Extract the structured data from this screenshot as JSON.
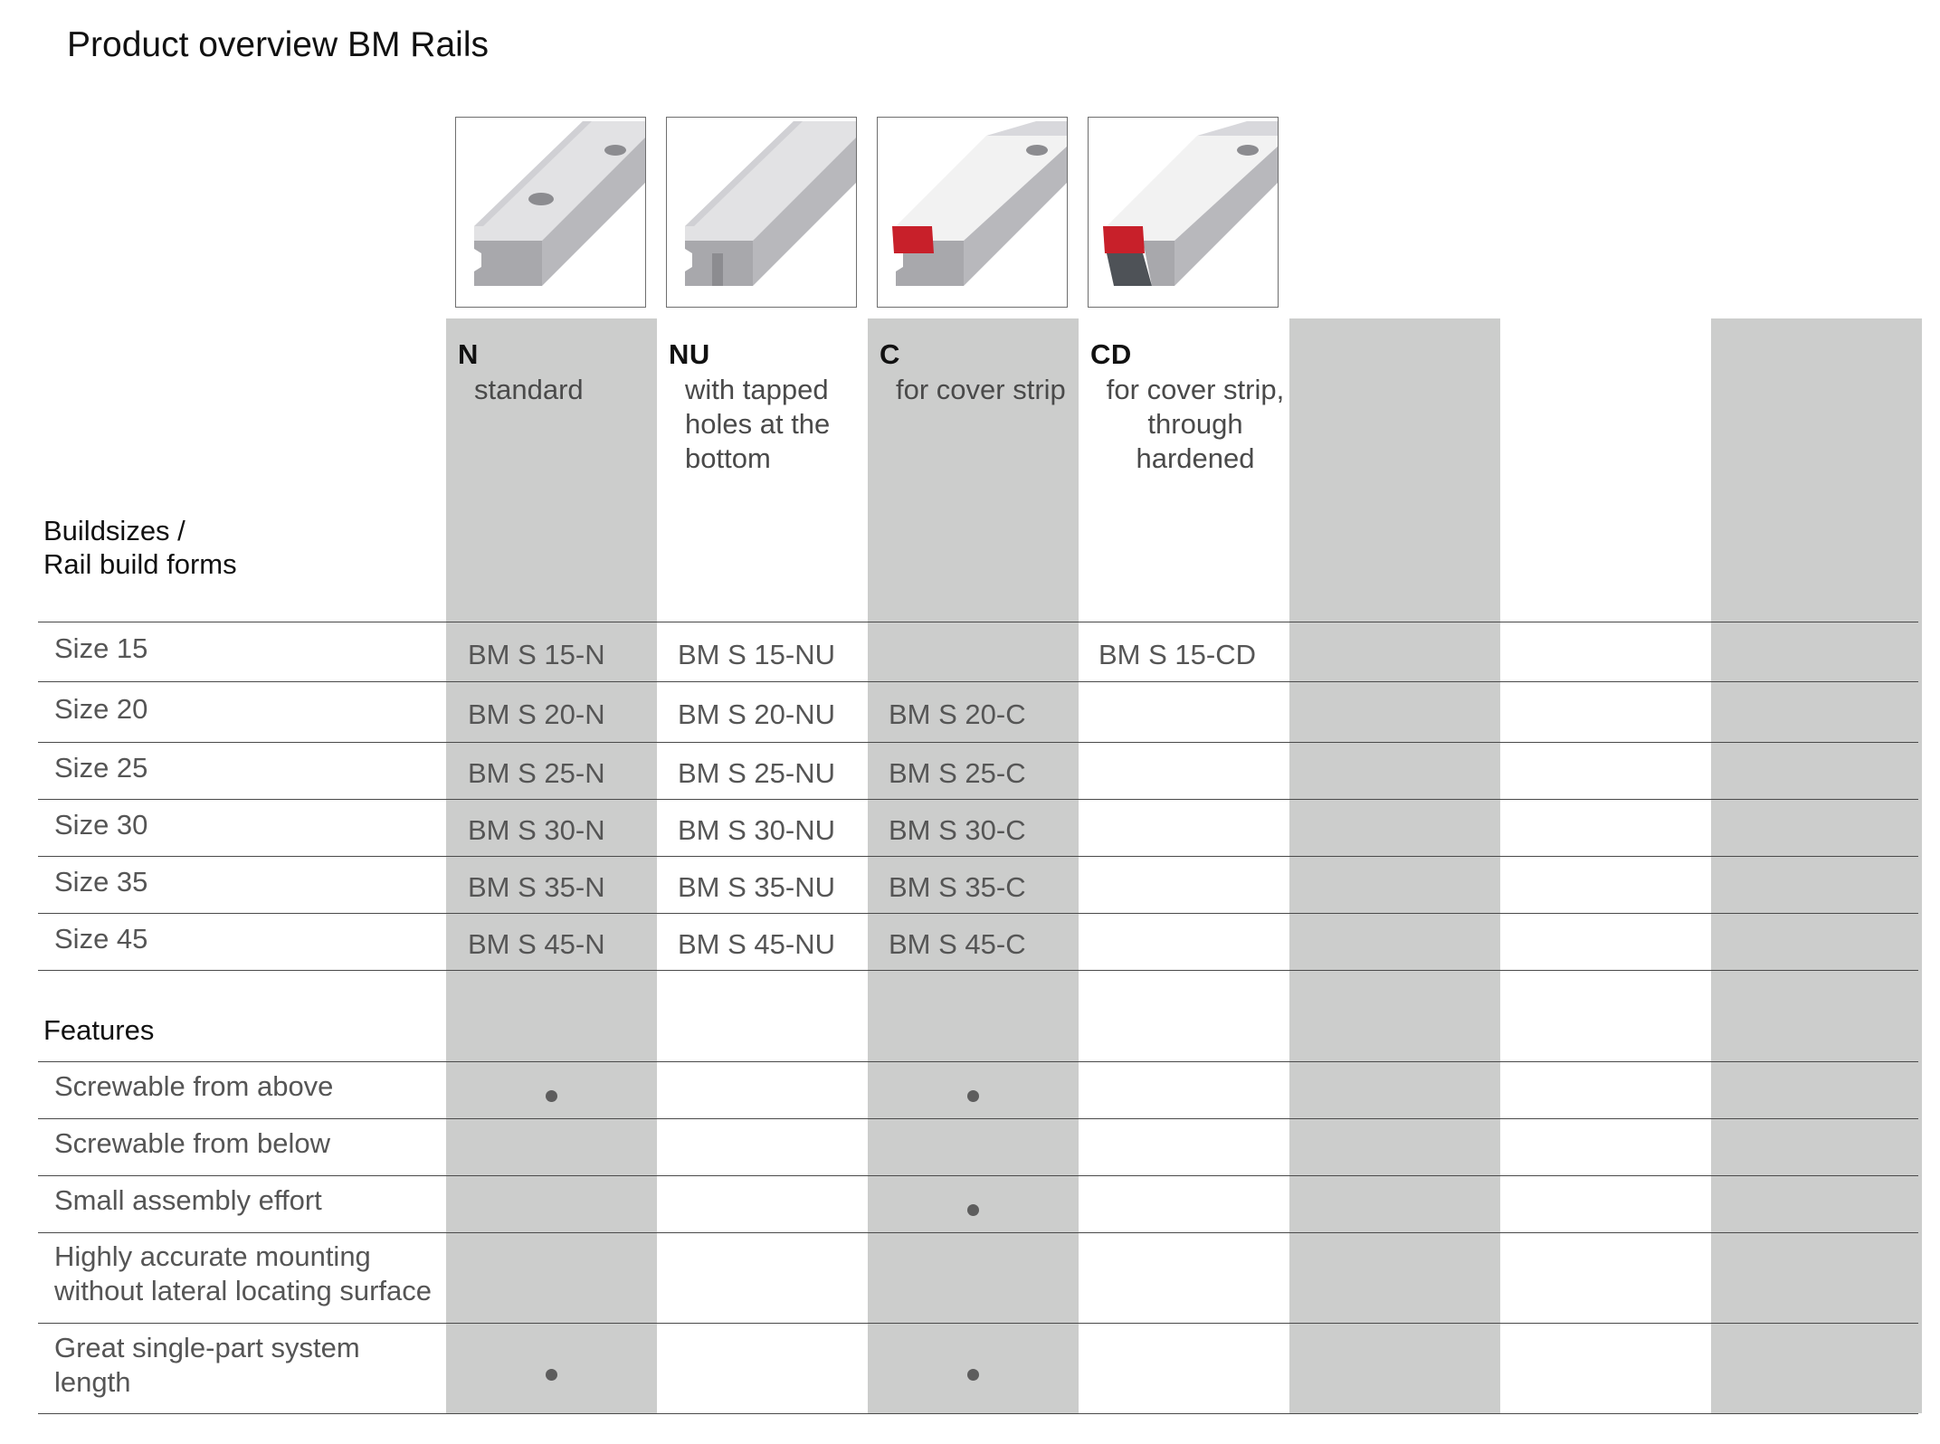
{
  "title": "Product overview BM Rails",
  "header_label": "Buildsizes /\nRail build forms",
  "features_label": "Features",
  "columns": [
    {
      "code": "N",
      "desc": "standard"
    },
    {
      "code": "NU",
      "desc": "with tapped\nholes at the\nbottom"
    },
    {
      "code": "C",
      "desc": "for cover strip"
    },
    {
      "code": "CD",
      "desc": "for cover strip,\nthrough\nhardened"
    }
  ],
  "sizes": [
    {
      "label": "Size 15",
      "cells": [
        "BM S 15-N",
        "BM S 15-NU",
        "",
        "BM S 15-CD"
      ]
    },
    {
      "label": "Size 20",
      "cells": [
        "BM S 20-N",
        "BM S 20-NU",
        "BM S 20-C",
        ""
      ]
    },
    {
      "label": "Size 25",
      "cells": [
        "BM S 25-N",
        "BM S 25-NU",
        "BM S 25-C",
        ""
      ]
    },
    {
      "label": "Size 30",
      "cells": [
        "BM S 30-N",
        "BM S 30-NU",
        "BM S 30-C",
        ""
      ]
    },
    {
      "label": "Size 35",
      "cells": [
        "BM S 35-N",
        "BM S 35-NU",
        "BM S 35-C",
        ""
      ]
    },
    {
      "label": "Size 45",
      "cells": [
        "BM S 45-N",
        "BM S 45-NU",
        "BM S 45-C",
        ""
      ]
    }
  ],
  "features": [
    {
      "label": "Screwable from above",
      "marks": [
        true,
        false,
        true,
        false
      ]
    },
    {
      "label": "Screwable from below",
      "marks": [
        false,
        false,
        false,
        false
      ]
    },
    {
      "label": "Small assembly effort",
      "marks": [
        false,
        false,
        true,
        false
      ]
    },
    {
      "label": "Highly accurate mounting\nwithout lateral locating surface",
      "marks": [
        false,
        false,
        false,
        false
      ]
    },
    {
      "label": "Great single-part system\nlength",
      "marks": [
        true,
        false,
        true,
        false
      ]
    }
  ],
  "colors": {
    "stripe": "#cccdcc",
    "cover_red": "#c8202a",
    "rail": "#c9c9cc"
  },
  "icons": [
    "rail-n-icon",
    "rail-nu-icon",
    "rail-c-icon",
    "rail-cd-icon"
  ]
}
